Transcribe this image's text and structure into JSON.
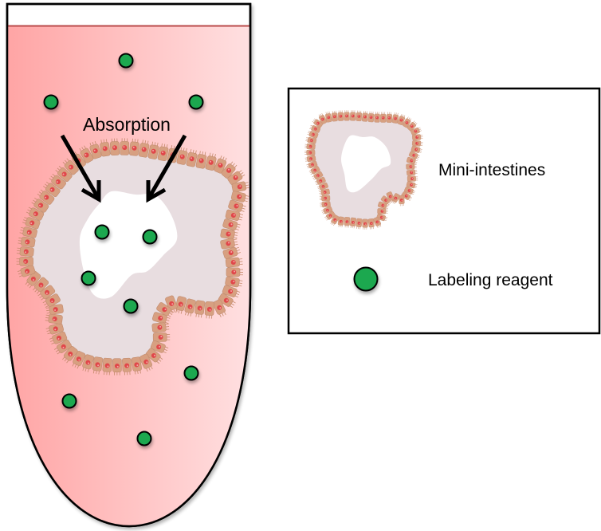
{
  "figure": {
    "tube_label": "Absorption",
    "legend": {
      "items": [
        {
          "icon": "mini-intestine-icon",
          "label": "Mini-intestines"
        },
        {
          "icon": "labeling-reagent-dot-icon",
          "label": "Labeling reagent"
        }
      ]
    },
    "colors": {
      "medium_left": "#ffa6a6",
      "medium_right": "#ffe4e4",
      "meniscus": "#b94a4a",
      "tissue": "#e8dde0",
      "cell": "#d7a081",
      "nucleus": "#e0474a",
      "reagent": "#1aa84f",
      "lumen": "#ffffff"
    }
  }
}
